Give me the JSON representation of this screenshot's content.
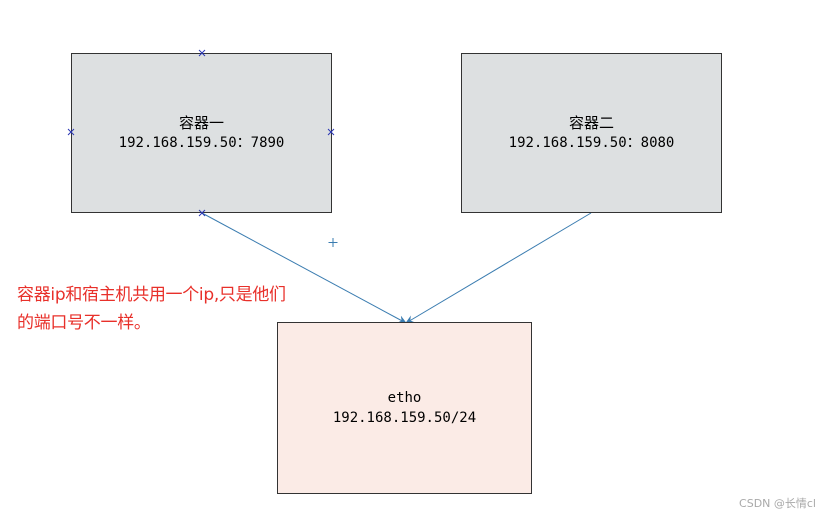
{
  "colors": {
    "container_fill": "#dde0e1",
    "host_fill": "#fbebe6",
    "box_border": "#333333",
    "connector": "#3a7cb0",
    "handle": "#2a36b4",
    "annotation": "#e8302a",
    "watermark": "#a9a9a9"
  },
  "nodes": {
    "container1": {
      "title": "容器一",
      "address": "192.168.159.50：7890"
    },
    "container2": {
      "title": "容器二",
      "address": "192.168.159.50：8080"
    },
    "host": {
      "title": "etho",
      "address": "192.168.159.50/24"
    }
  },
  "annotation": {
    "line1": "容器ip和宿主机共用一个ip,只是他们",
    "line2": "的端口号不一样。"
  },
  "watermark": "CSDN @长情cl"
}
